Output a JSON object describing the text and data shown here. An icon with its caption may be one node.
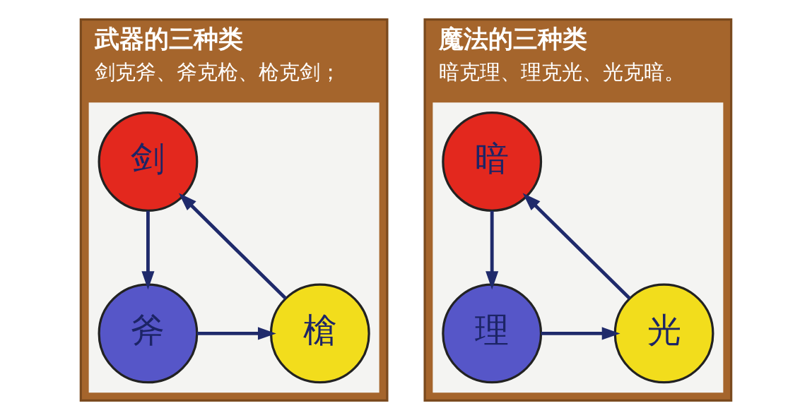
{
  "diagram": {
    "nodes": [
      {
        "text": [
          "武器的三种类",
          "剑克斧、斧克枪、枪克剑；"
        ]
      },
      {
        "text": [],
        "shape": "box",
        "in": 0
      },
      {
        "text": [
          "剑"
        ],
        "in": 1
      },
      {
        "text": [
          "斧"
        ],
        "in": 1
      },
      {
        "text": [
          "槍"
        ],
        "in": 1
      },
      {
        "text": [
          "魔法的三种类",
          "暗克理、理克光、光克暗。"
        ]
      },
      {
        "text": [],
        "shape": "box",
        "in": 5
      },
      {
        "text": [
          "暗"
        ],
        "in": 6
      },
      {
        "text": [
          "理"
        ],
        "in": 6
      },
      {
        "text": [
          "光"
        ],
        "in": 6
      }
    ],
    "edges": [
      {
        "from": 2,
        "to": 3,
        "arrow": "to"
      },
      {
        "from": 3,
        "to": 4,
        "arrow": "to"
      },
      {
        "from": 4,
        "to": 2,
        "arrow": "to"
      },
      {
        "from": 7,
        "to": 8,
        "arrow": "to"
      },
      {
        "from": 8,
        "to": 9,
        "arrow": "to"
      },
      {
        "from": 9,
        "to": 7,
        "arrow": "to"
      }
    ]
  }
}
